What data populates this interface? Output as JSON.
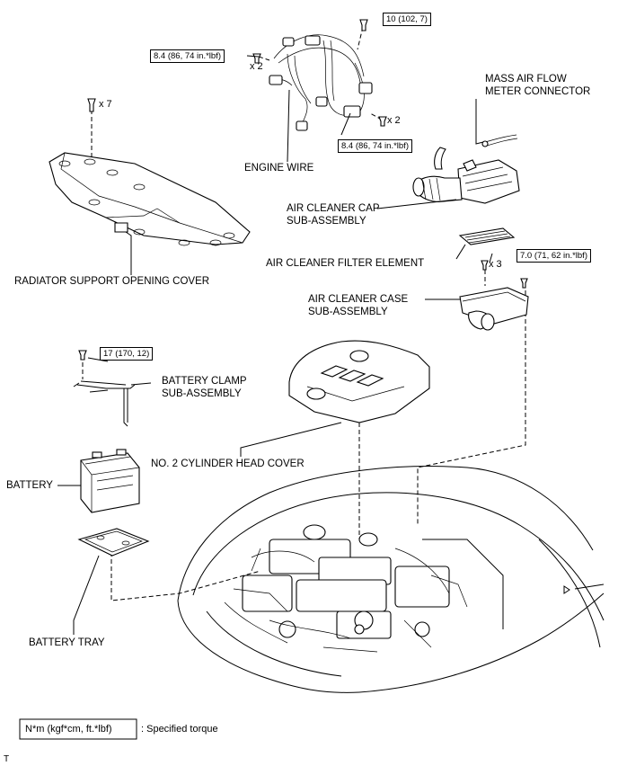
{
  "labels": {
    "engine_wire": "ENGINE WIRE",
    "mass_air_flow_line1": "MASS AIR FLOW",
    "mass_air_flow_line2": "METER CONNECTOR",
    "air_cleaner_cap_line1": "AIR CLEANER CAP",
    "air_cleaner_cap_line2": "SUB-ASSEMBLY",
    "air_cleaner_filter": "AIR CLEANER FILTER ELEMENT",
    "air_cleaner_case_line1": "AIR CLEANER CASE",
    "air_cleaner_case_line2": "SUB-ASSEMBLY",
    "radiator_cover": "RADIATOR SUPPORT OPENING COVER",
    "battery_clamp_line1": "BATTERY CLAMP",
    "battery_clamp_line2": "SUB-ASSEMBLY",
    "cylinder_head_cover": "NO. 2 CYLINDER HEAD COVER",
    "battery": "BATTERY",
    "battery_tray": "BATTERY TRAY"
  },
  "torques": {
    "engine_wire_top": "10 (102, 7)",
    "engine_wire_left": "8.4 (86, 74 in.*lbf)",
    "engine_wire_right": "8.4 (86, 74 in.*lbf)",
    "air_cleaner_case": "7.0 (71, 62 in.*lbf)",
    "battery_clamp": "17 (170, 12)"
  },
  "quantities": {
    "radiator_cover_bolts": "x 7",
    "engine_wire_left_bolts": "x 2",
    "engine_wire_right_bolts": "x 2",
    "air_cleaner_case_bolts": "x 3"
  },
  "legend": {
    "box_text": "N*m (kgf*cm, ft.*lbf)",
    "description": ": Specified torque"
  },
  "corner_mark": "T"
}
